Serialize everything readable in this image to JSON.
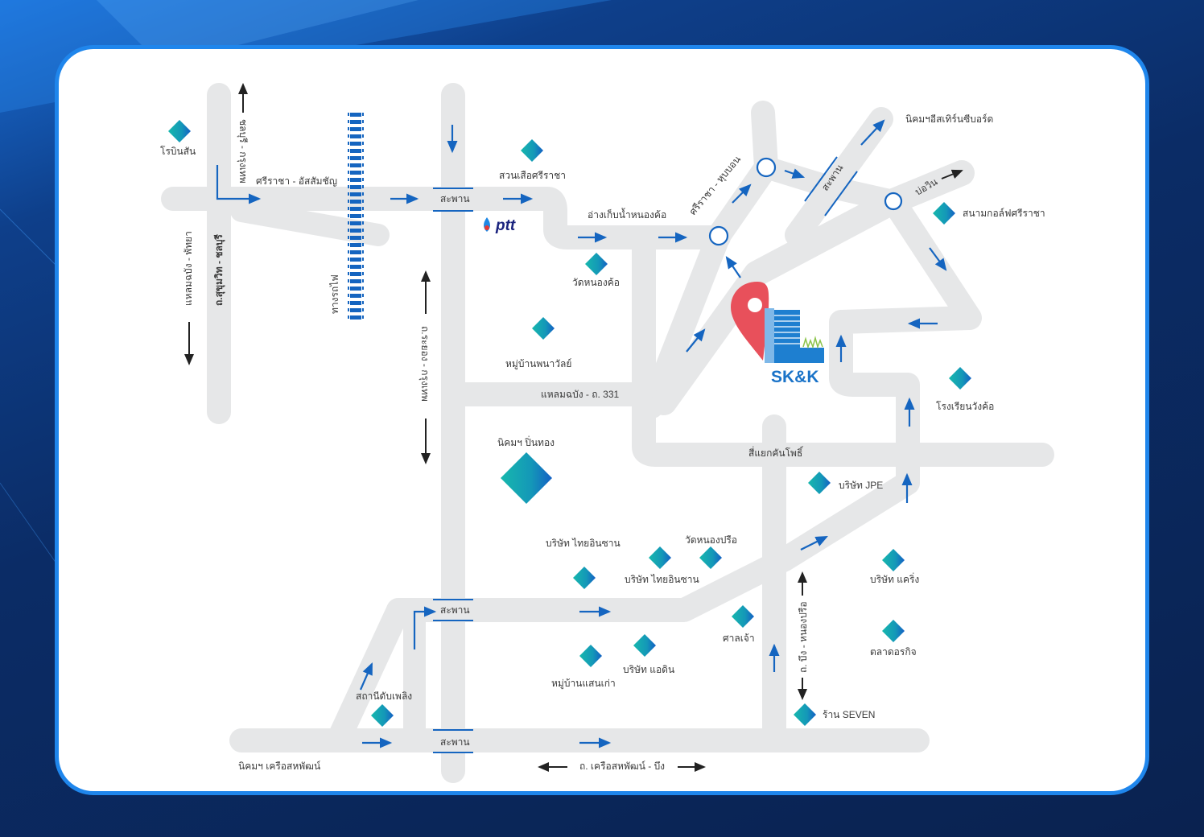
{
  "map": {
    "brand": "SK&K",
    "logo_ptt": "ptt",
    "colors": {
      "road": "#e6e7e8",
      "accent": "#1565c0",
      "pin": "#e8505b",
      "landmark_start": "#17b8ad",
      "landmark_end": "#1460c4",
      "frame": "#1f86ec"
    },
    "labels": {
      "robinson": "โรบินสัน",
      "chonburi_bangkok": "ชลบุรี - กรุงเทพ",
      "sriracha_assumption": "ศรีราชา - อัสสัมชัญ",
      "laemchabang_pattaya": "แหลมฉบัง - พัทยา",
      "sukhumvit_chonburi": "ถ.สุขุมวิท - ชลบุรี",
      "railway": "ทางรถไฟ",
      "bridge": "สะพาน",
      "tiger_zoo": "สวนเสือศรีราชา",
      "nongkho_reservoir": "อ่างเก็บน้ำหนองค้อ",
      "sriracha_hupbon": "ศรีราชา - หุบบอน",
      "eastern_seaboard": "นิคมฯอีสเทิร์นซีบอร์ด",
      "bowin": "บ่อวิน",
      "sriracha_golf": "สนามกอล์ฟศรีราชา",
      "wat_nongkho": "วัดหนองค้อ",
      "phanawan_village": "หมู่บ้านพนาวัลย์",
      "laemchabang_331": "แหลมฉบัง - ถ. 331",
      "rayong_bangkok": "ถ.ระยอง - กรุงเทพ",
      "wangkho_school": "โรงเรียนวังค้อ",
      "khanpho_junction": "สี่แยกคันโพธิ์",
      "pinthong_estate": "นิคมฯ ปิ่นทอง",
      "jpe_company": "บริษัท JPE",
      "thai_insan_1": "บริษัท ไทยอินซาน",
      "thai_insan_2": "บริษัท ไทยอินซาน",
      "wat_nongprue": "วัดหนองปรือ",
      "caring_company": "บริษัท แคริ่ง",
      "shrine": "ศาลเจ้า",
      "orakit_market": "ตลาดอรกิจ",
      "adin_company": "บริษัท แอดิน",
      "saenkao_village": "หมู่บ้านแสนเก่า",
      "fire_station": "สถานีดับเพลิง",
      "bueng_nongprue": "ถ. บึง - หนองปรือ",
      "seven_store": "ร้าน SEVEN",
      "saha_estate": "นิคมฯ เครือสหพัฒน์",
      "saha_bueng": "ถ. เครือสหพัฒน์ - บึง"
    }
  }
}
